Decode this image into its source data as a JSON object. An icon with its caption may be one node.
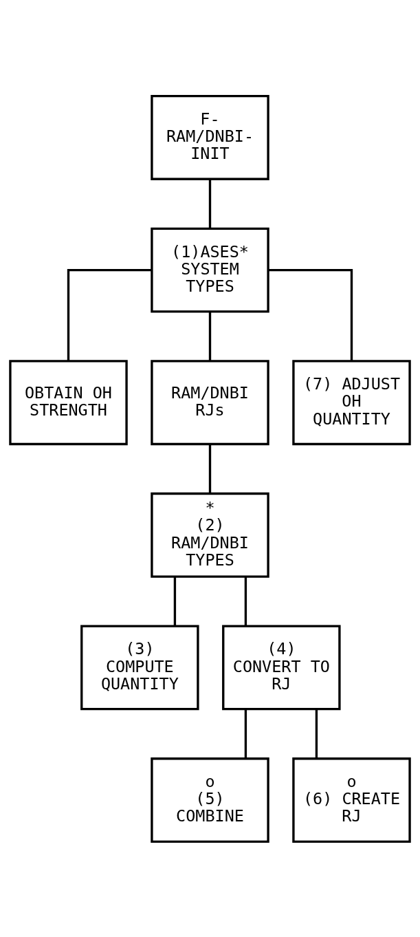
{
  "diagram": {
    "nodes": [
      {
        "text": [
          "F- RAM/DNBI- INIT"
        ]
      },
      {
        "text": [
          "(1)ASES* SYSTEM TYPES"
        ]
      },
      {
        "text": [
          "OBTAIN OH STRENGTH"
        ]
      },
      {
        "text": [
          "RAM/DNBI RJs"
        ]
      },
      {
        "text": [
          "(7) ADJUST OH QUANTITY"
        ]
      },
      {
        "text": [
          "*",
          "(2) RAM/DNBI TYPES"
        ]
      },
      {
        "text": [
          "(3) COMPUTE QUANTITY"
        ]
      },
      {
        "text": [
          "(4) CONVERT TO RJ"
        ]
      },
      {
        "text": [
          "o",
          "(5) COMBINE"
        ]
      },
      {
        "text": [
          "o",
          "(6) CREATE RJ"
        ]
      }
    ],
    "edges": [
      {
        "from": 0,
        "to": 1,
        "arrow": "none"
      },
      {
        "from": 1,
        "to": 2,
        "arrow": "none"
      },
      {
        "from": 1,
        "to": 3,
        "arrow": "none"
      },
      {
        "from": 1,
        "to": 4,
        "arrow": "none"
      },
      {
        "from": 3,
        "to": 5,
        "arrow": "none"
      },
      {
        "from": 5,
        "to": 6,
        "arrow": "none"
      },
      {
        "from": 5,
        "to": 7,
        "arrow": "none"
      },
      {
        "from": 7,
        "to": 8,
        "arrow": "none"
      },
      {
        "from": 7,
        "to": 9,
        "arrow": "none"
      }
    ]
  }
}
